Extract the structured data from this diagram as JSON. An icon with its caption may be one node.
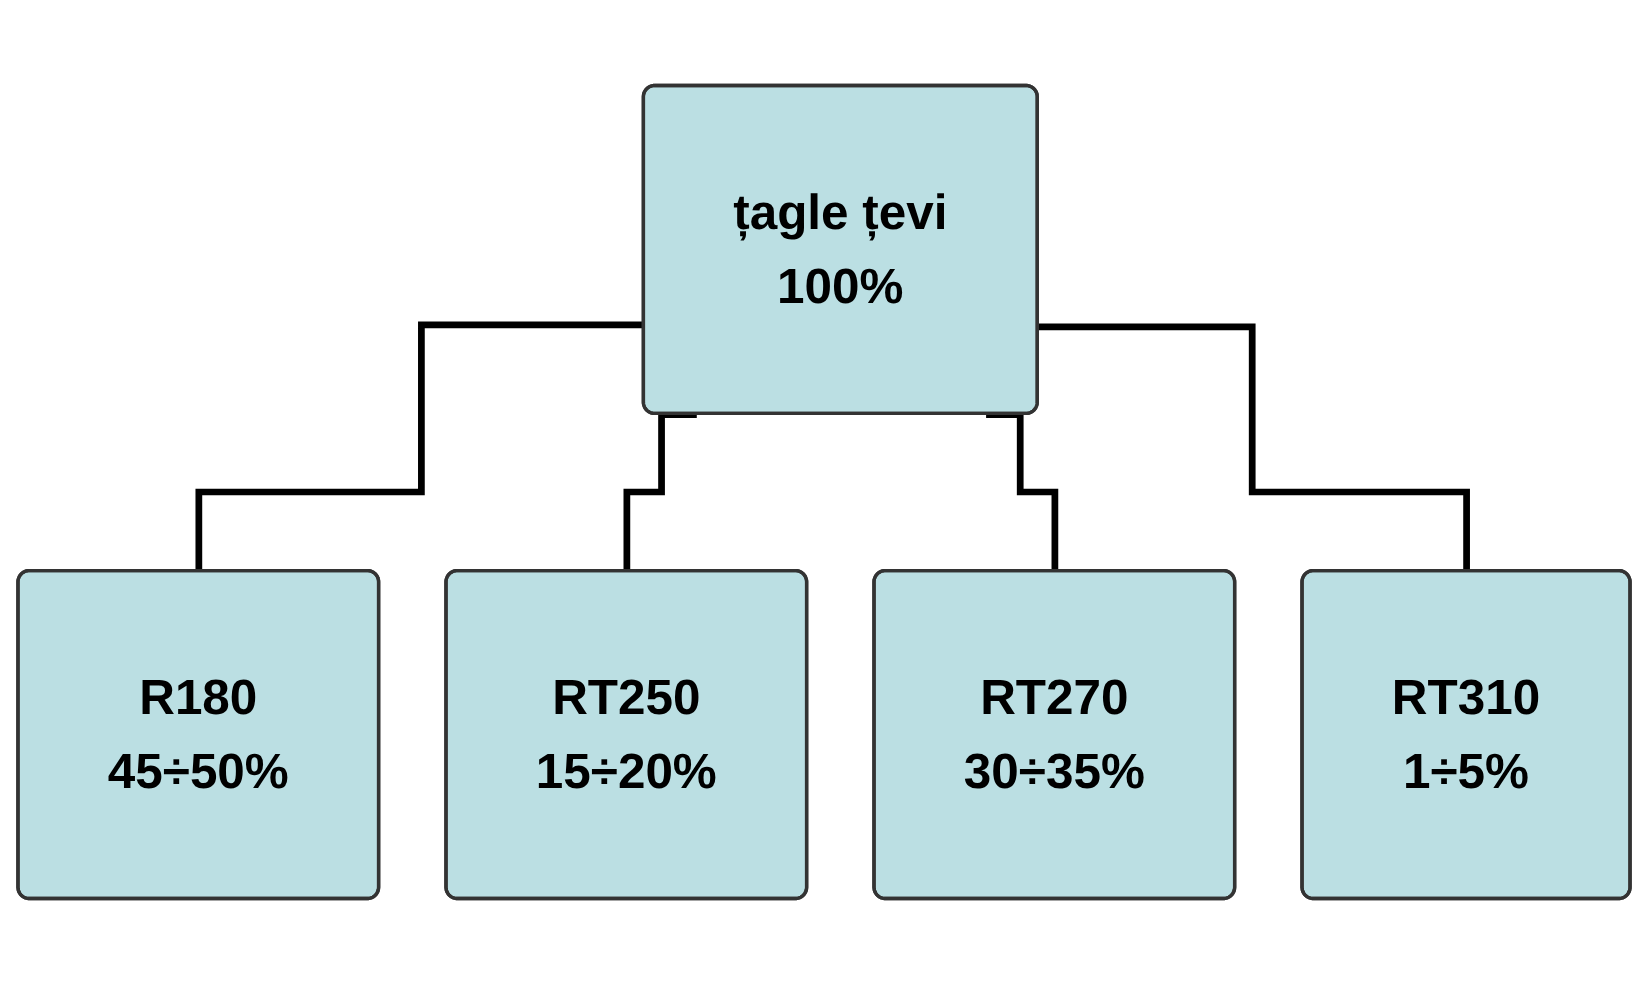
{
  "diagram": {
    "nodes": [
      {
        "text": [
          "țagle țevi",
          "100%"
        ]
      },
      {
        "text": [
          "R180",
          "45÷50%"
        ]
      },
      {
        "text": [
          "RT250",
          "15÷20%"
        ]
      },
      {
        "text": [
          "RT270",
          "30÷35%"
        ]
      },
      {
        "text": [
          "RT310",
          "1÷5%"
        ]
      }
    ],
    "edges": [
      {
        "from": 0,
        "to": 1,
        "arrow": "none"
      },
      {
        "from": 0,
        "to": 2,
        "arrow": "none"
      },
      {
        "from": 0,
        "to": 3,
        "arrow": "none"
      },
      {
        "from": 0,
        "to": 4,
        "arrow": "none"
      }
    ]
  }
}
